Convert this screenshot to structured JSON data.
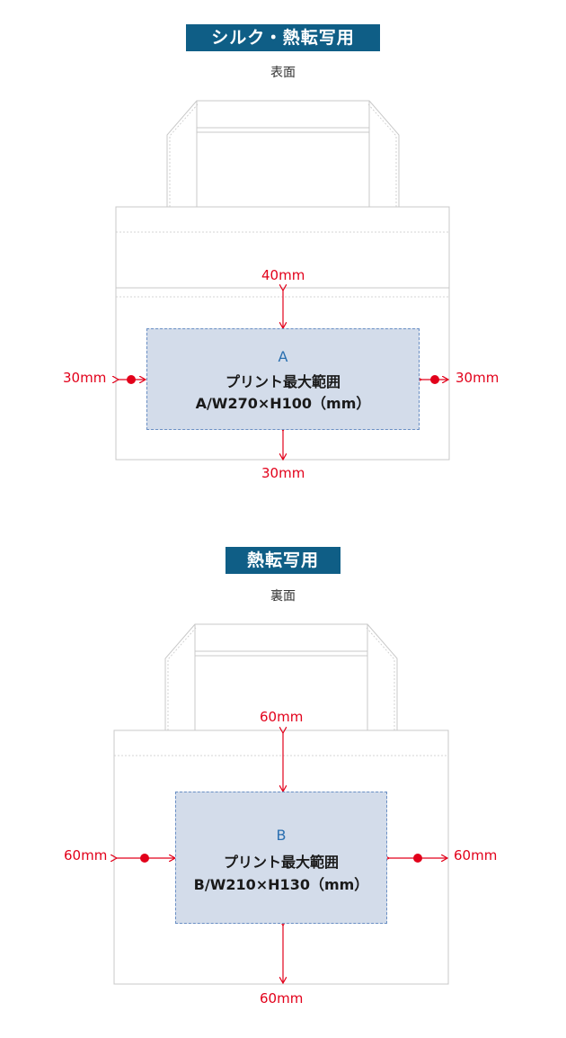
{
  "front": {
    "badge": "シルク・熱転写用",
    "side": "表面",
    "area": {
      "letter": "A",
      "title": "プリント最大範囲",
      "size": "A/W270×H100（mm）"
    },
    "margins": {
      "top": "40mm",
      "left": "30mm",
      "right": "30mm",
      "bottom": "30mm"
    }
  },
  "back": {
    "badge": "熱転写用",
    "side": "裏面",
    "area": {
      "letter": "B",
      "title": "プリント最大範囲",
      "size": "B/W210×H130（mm）"
    },
    "margins": {
      "top": "60mm",
      "left": "60mm",
      "right": "60mm",
      "bottom": "60mm"
    }
  },
  "colors": {
    "badge": "#0f5e86",
    "dimension": "#e2001a",
    "print_area_fill": "#d3dcea",
    "print_area_border": "#6a8fc4",
    "letter": "#2a6fb0"
  }
}
